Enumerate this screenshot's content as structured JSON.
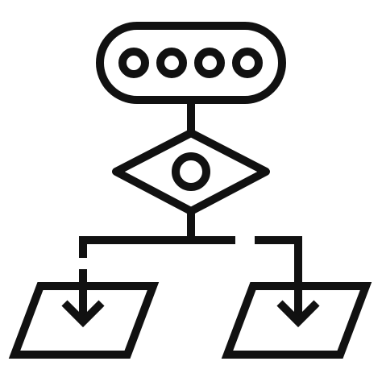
{
  "icon": {
    "name": "flowchart-decision-icon",
    "stroke_color": "#111111",
    "background_color": "#ffffff"
  },
  "diagram": {
    "start_dot_count": 4,
    "decision_symbol": "circle",
    "branches": [
      {
        "name": "left",
        "line_style": "solid-with-dashed-drop"
      },
      {
        "name": "right",
        "line_style": "dashed-then-solid"
      }
    ]
  }
}
